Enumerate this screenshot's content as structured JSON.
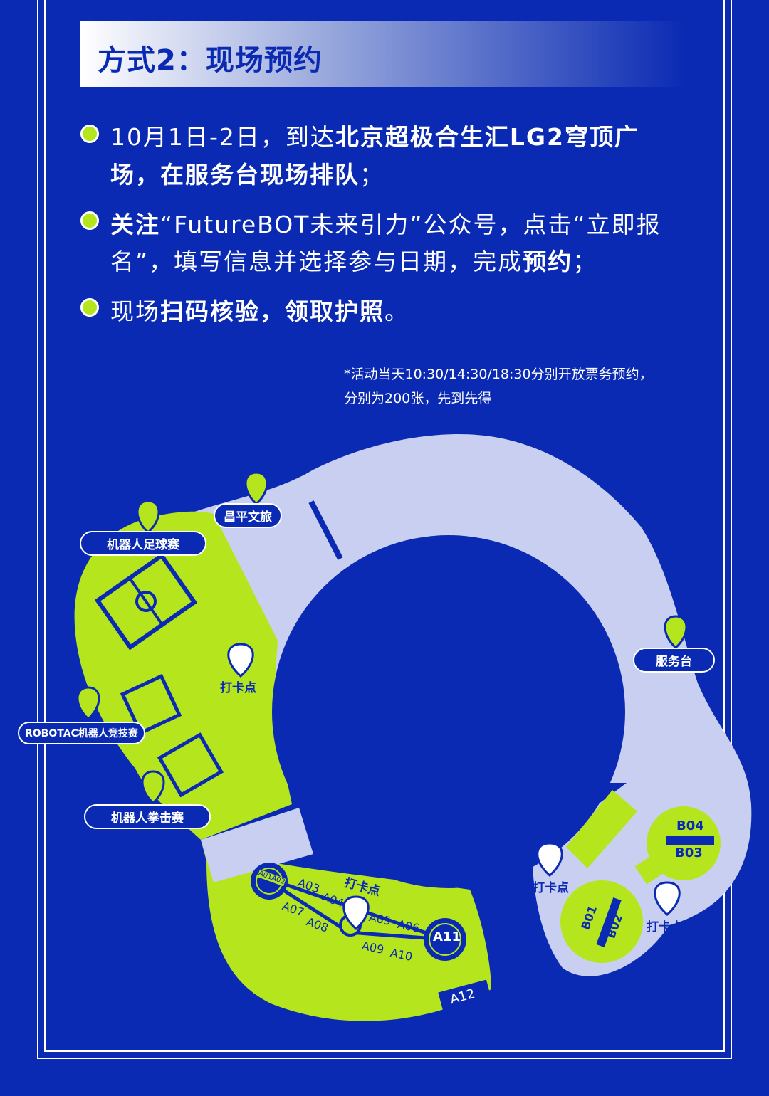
{
  "title": "方式2：现场预约",
  "bullets": [
    {
      "lines": [
        [
          {
            "t": "10月1日-2日，到达",
            "b": false
          },
          {
            "t": "北京超极合生汇LG2穹顶广",
            "b": true
          }
        ],
        [
          {
            "t": "场，在服务台现场排队",
            "b": true
          },
          {
            "t": "；",
            "b": false
          }
        ]
      ]
    },
    {
      "lines": [
        [
          {
            "t": "关注",
            "b": true
          },
          {
            "t": "“FutureBOT未来引力”公众号，点击“立即报",
            "b": false
          }
        ],
        [
          {
            "t": "名”，填写信息并选择参与日期，完成",
            "b": false
          },
          {
            "t": "预约",
            "b": true
          },
          {
            "t": "；",
            "b": false
          }
        ]
      ]
    },
    {
      "lines": [
        [
          {
            "t": "现场",
            "b": false
          },
          {
            "t": "扫码核验，领取护照",
            "b": true
          },
          {
            "t": "。",
            "b": false
          }
        ]
      ]
    }
  ],
  "note": [
    "*活动当天10:30/14:30/18:30分别开放票务预约，",
    "分别为200张，先到先得"
  ],
  "map": {
    "pills": {
      "changping": "昌平文旅",
      "soccer": "机器人足球赛",
      "robotac": "ROBOTAC机器人竞技赛",
      "boxing": "机器人拳击赛",
      "service": "服务台"
    },
    "checkin": [
      "打卡点",
      "打卡点",
      "打卡点",
      "打卡点"
    ],
    "zones": {
      "a0102": "A01A02",
      "a03": "A03",
      "a04": "A04",
      "a05": "A05",
      "a06": "A06",
      "a07": "A07",
      "a08": "A08",
      "a09": "A09",
      "a10": "A10",
      "a11": "A11",
      "a12": "A12",
      "b01": "B01",
      "b02": "B02",
      "b03": "B03",
      "b04": "B04"
    }
  },
  "colors": {
    "bg": "#0a2ab3",
    "lime": "#b5e61d",
    "lavender": "#c8cff0"
  }
}
